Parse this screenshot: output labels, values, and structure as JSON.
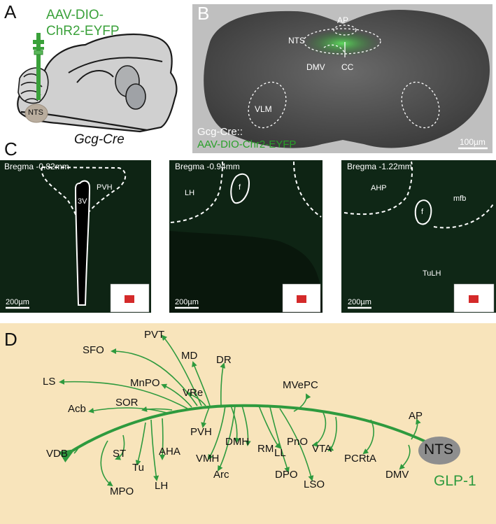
{
  "panels": {
    "a": {
      "letter": "A",
      "virus_line1": "AAV-DIO-",
      "virus_line2": "ChR2-EYFP",
      "nts_label": "NTS",
      "mouse_line": "Gcg-Cre",
      "virus_color": "#3aa13a"
    },
    "b": {
      "letter": "B",
      "labels": {
        "ap": "AP",
        "nts": "NTS",
        "dmv": "DMV",
        "cc": "CC",
        "vlm": "VLM"
      },
      "caption_line1": "Gcg-Cre::",
      "caption_line2": "AAV-DIO-Chr2-EYFP",
      "scale": "100µm"
    },
    "c": {
      "letter": "C",
      "sections": [
        {
          "bregma": "Bregma  -0.82mm",
          "regions": [
            "PVH",
            "3V"
          ],
          "scale": "200µm"
        },
        {
          "bregma": "Bregma  -0.94mm",
          "regions": [
            "LH",
            "f"
          ],
          "scale": "200µm"
        },
        {
          "bregma": "Bregma  -1.22mm",
          "regions": [
            "AHP",
            "f",
            "mfb",
            "TuLH"
          ],
          "scale": "200µm"
        }
      ]
    },
    "d": {
      "letter": "D",
      "source": "NTS",
      "transmitter": "GLP-1",
      "targets": [
        "SFO",
        "PVT",
        "MD",
        "DR",
        "LS",
        "MnPO",
        "VRe",
        "MVePC",
        "Acb",
        "SOR",
        "AP",
        "PVH",
        "DMH",
        "RM",
        "PnO",
        "VTA",
        "LL",
        "VDB",
        "ST",
        "AHA",
        "VMH",
        "PCRtA",
        "Tu",
        "Arc",
        "DPO",
        "LSO",
        "DMV",
        "LH",
        "MPO"
      ],
      "arrow_color": "#2e9a3e",
      "background_color": "#f8e4bb"
    }
  }
}
